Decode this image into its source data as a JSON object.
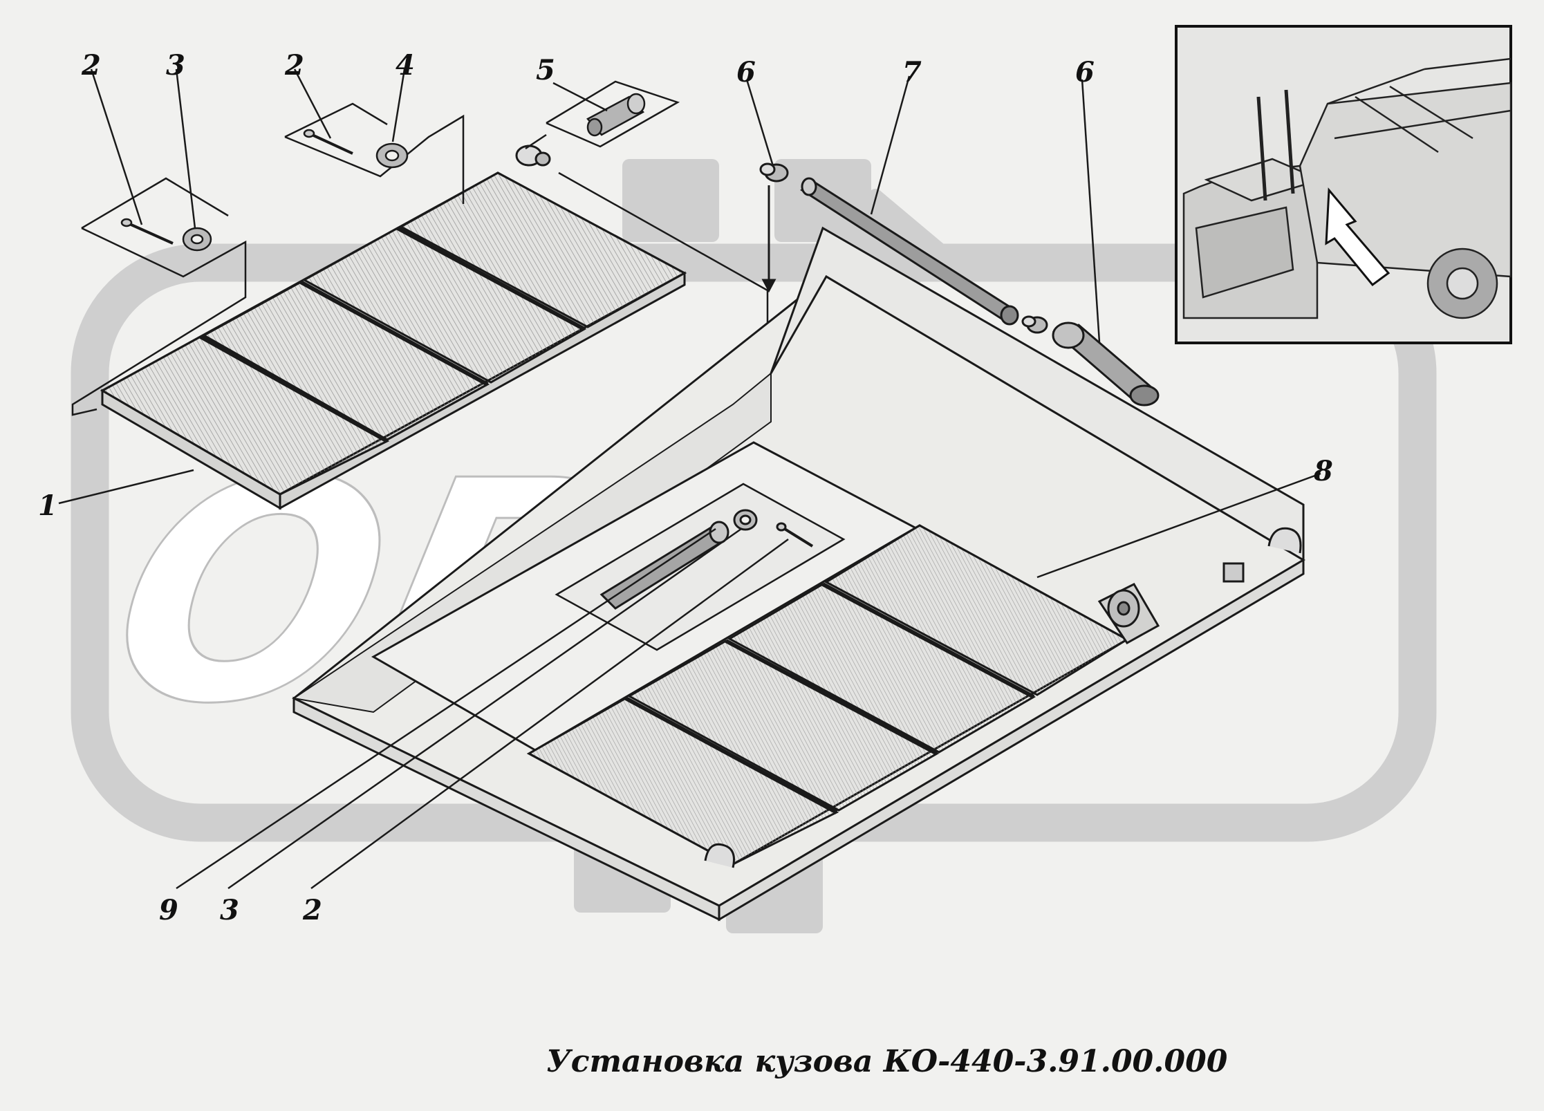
{
  "caption": "Установка кузова КО-440-3.91.00.000",
  "watermark": {
    "text": "ОРЕХ",
    "color": "#cfcfcf"
  },
  "callouts": {
    "c2a": "2",
    "c3a": "3",
    "c2b": "2",
    "c4": "4",
    "c5": "5",
    "c6a": "6",
    "c7": "7",
    "c6b": "6",
    "c1": "1",
    "c8": "8",
    "c9": "9",
    "c3b": "3",
    "c2c": "2"
  },
  "inset": {
    "description": "truck-location-inset"
  },
  "colors": {
    "background": "#f1f1ef",
    "line": "#1a1a1a",
    "hatch": "#8a8a8a"
  }
}
